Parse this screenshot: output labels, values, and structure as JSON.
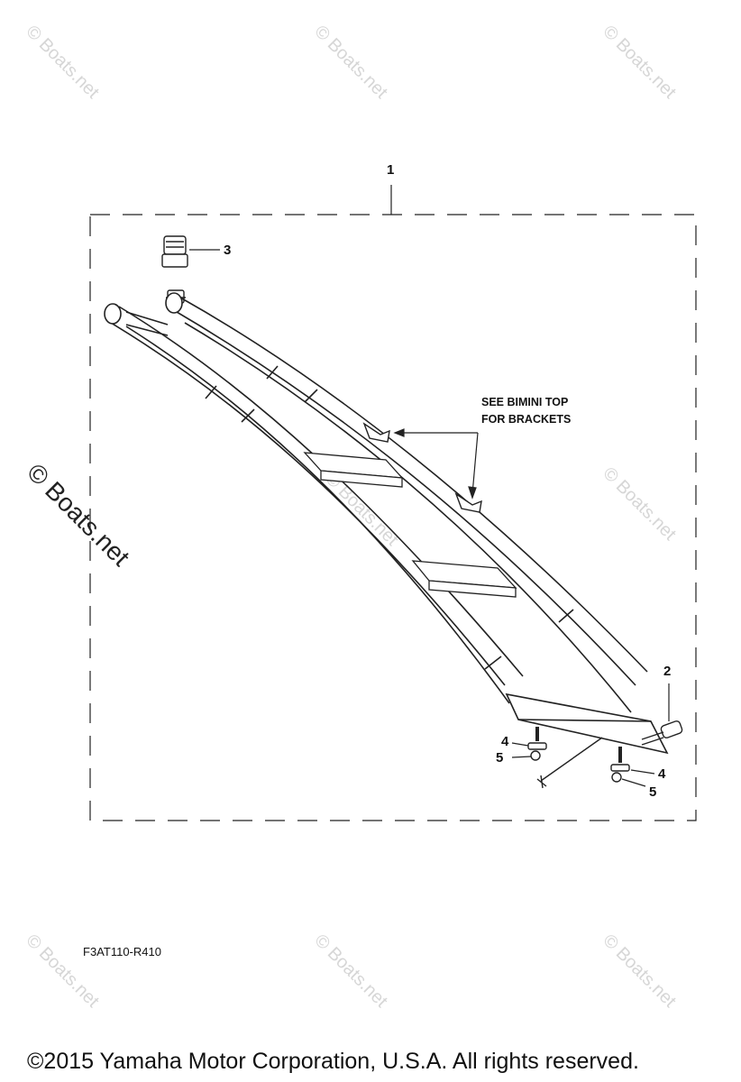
{
  "watermark": {
    "text": "© Boats.net"
  },
  "diagram": {
    "callouts": {
      "c1": "1",
      "c2": "2",
      "c3": "3",
      "c4a": "4",
      "c4b": "4",
      "c5a": "5",
      "c5b": "5"
    },
    "note": {
      "line1": "SEE BIMINI TOP",
      "line2": "FOR BRACKETS"
    },
    "code": "F3AT110-R410"
  },
  "copyright": "©2015 Yamaha Motor Corporation, U.S.A. All rights reserved.",
  "colors": {
    "line": "#222222",
    "watermark": "#d6d6d6"
  }
}
